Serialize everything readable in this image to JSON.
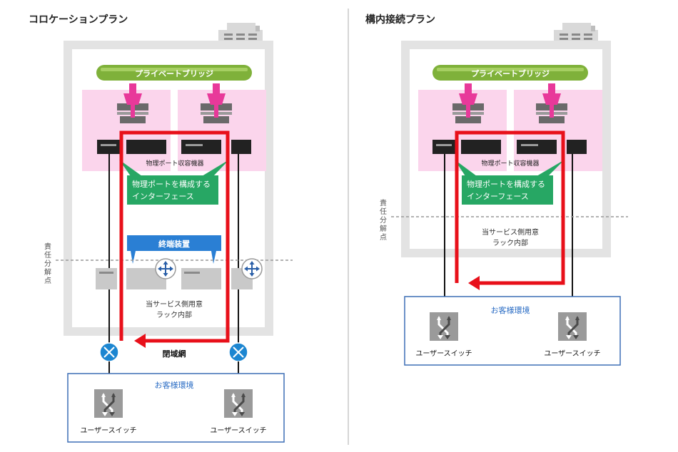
{
  "left_panel": {
    "title": "コロケーションプラン",
    "bridge_label": "プライベートブリッジ",
    "device_label": "物理ポート収容機器",
    "interface_callout": [
      "物理ポートを構成する",
      "インターフェース"
    ],
    "terminal_label": "終端装置",
    "rack_label": [
      "当サービス側用意",
      "ラック内部"
    ],
    "demarcation_label": [
      "責",
      "任",
      "分",
      "解",
      "点"
    ],
    "closed_network_label": "閉域網",
    "customer_label": "お客様環境",
    "switches": [
      {
        "label": "ユーザースイッチ"
      },
      {
        "label": "ユーザースイッチ"
      }
    ]
  },
  "right_panel": {
    "title": "構内接続プラン",
    "bridge_label": "プライベートブリッジ",
    "device_label": "物理ポート収容機器",
    "interface_callout": [
      "物理ポートを構成する",
      "インターフェース"
    ],
    "rack_label": [
      "当サービス側用意",
      "ラック内部"
    ],
    "demarcation_label": [
      "責",
      "任",
      "分",
      "解",
      "点"
    ],
    "customer_label": "お客様環境",
    "switches": [
      {
        "label": "ユーザースイッチ"
      },
      {
        "label": "ユーザースイッチ"
      }
    ]
  },
  "colors": {
    "bridge_green": "#7fb13a",
    "callout_green": "#27a764",
    "terminal_blue": "#2a7fd4",
    "route_red": "#e8101a",
    "crosspoint_blue": "#1c86d1",
    "zone_pink": "#fbd5ec",
    "rack_gray": "#e6e6e6",
    "customer_border": "#3d6fb6",
    "customer_text": "#2a6cc4"
  },
  "icons": {
    "building": "building-icon",
    "connector": "cable-connector-icon",
    "router": "router-arrows-icon",
    "crosspoint": "network-crosspoint-icon",
    "switch": "user-switch-icon"
  }
}
